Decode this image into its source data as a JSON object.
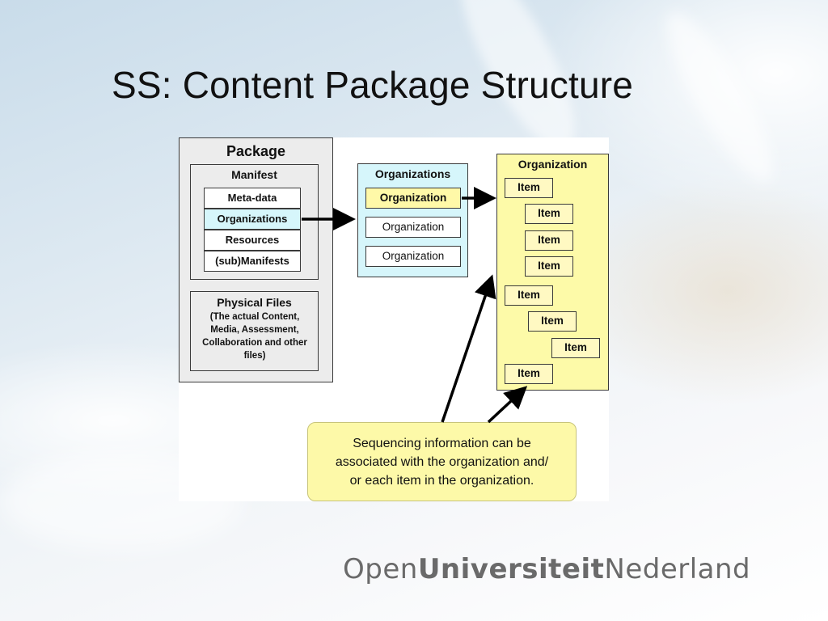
{
  "slide": {
    "title": "SS: Content Package Structure"
  },
  "package": {
    "title": "Package",
    "manifest": {
      "title": "Manifest",
      "rows": [
        "Meta-data",
        "Organizations",
        "Resources",
        "(sub)Manifests"
      ]
    },
    "physical_files": {
      "title": "Physical Files",
      "description_lines": [
        "(The actual Content,",
        "Media, Assessment,",
        "Collaboration and other",
        "files)"
      ]
    }
  },
  "organizations": {
    "title": "Organizations",
    "items": [
      "Organization",
      "Organization",
      "Organization"
    ]
  },
  "organization": {
    "title": "Organization",
    "items": [
      "Item",
      "Item",
      "Item",
      "Item",
      "Item",
      "Item",
      "Item",
      "Item"
    ]
  },
  "callout": {
    "lines": [
      "Sequencing information can be",
      "associated with the organization and/",
      "or each item in the organization."
    ]
  },
  "logo": {
    "part1": "Open",
    "part2": "Universiteit",
    "part3": "Nederland"
  },
  "colors": {
    "package_bg": "#ececec",
    "organizations_bg": "#d6f6fb",
    "organization_bg": "#fdfaa8",
    "highlight_yellow": "#fff9a8",
    "arrow": "#000000"
  }
}
